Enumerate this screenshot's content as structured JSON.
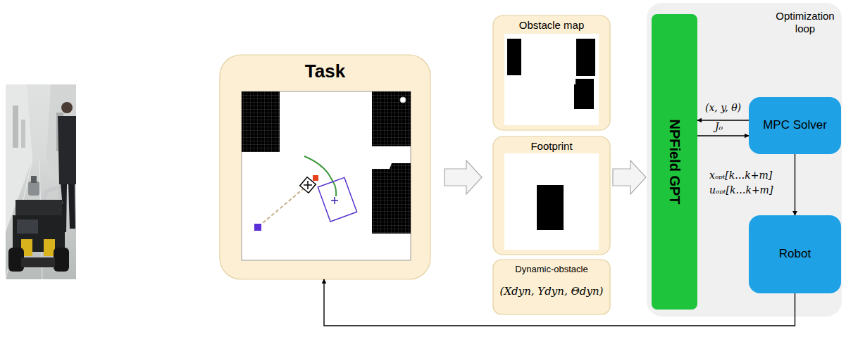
{
  "diagram": {
    "nodes": [
      {
        "text": [
          "Task"
        ]
      },
      {
        "text": [
          "Obstacle map"
        ]
      },
      {
        "text": [
          "Footprint"
        ]
      },
      {
        "text": [
          "Dynamic-obstacle",
          "(Xdyn, Ydyn, Θdyn)"
        ]
      },
      {
        "text": [
          "Optimization loop"
        ]
      },
      {
        "text": [
          "NPField GPT"
        ],
        "in": 4
      },
      {
        "text": [
          "MPC Solver"
        ],
        "in": 4
      },
      {
        "text": [
          "Robot"
        ],
        "in": 4
      }
    ],
    "edges": [
      {
        "from": 6,
        "to": 5,
        "label": "(x, y, θ)",
        "arrow": "to"
      },
      {
        "from": 5,
        "to": 6,
        "label": "J₀",
        "arrow": "to"
      },
      {
        "from": 6,
        "to": 7,
        "label": "xₒₚₜ[k…k+m] uₒₚₜ[k…k+m]",
        "arrow": "to"
      },
      {
        "from": 7,
        "to": 0,
        "arrow": "to"
      },
      {
        "from": 0,
        "to": 2,
        "arrow": "to"
      },
      {
        "from": 2,
        "to": 5,
        "arrow": "to"
      }
    ]
  }
}
